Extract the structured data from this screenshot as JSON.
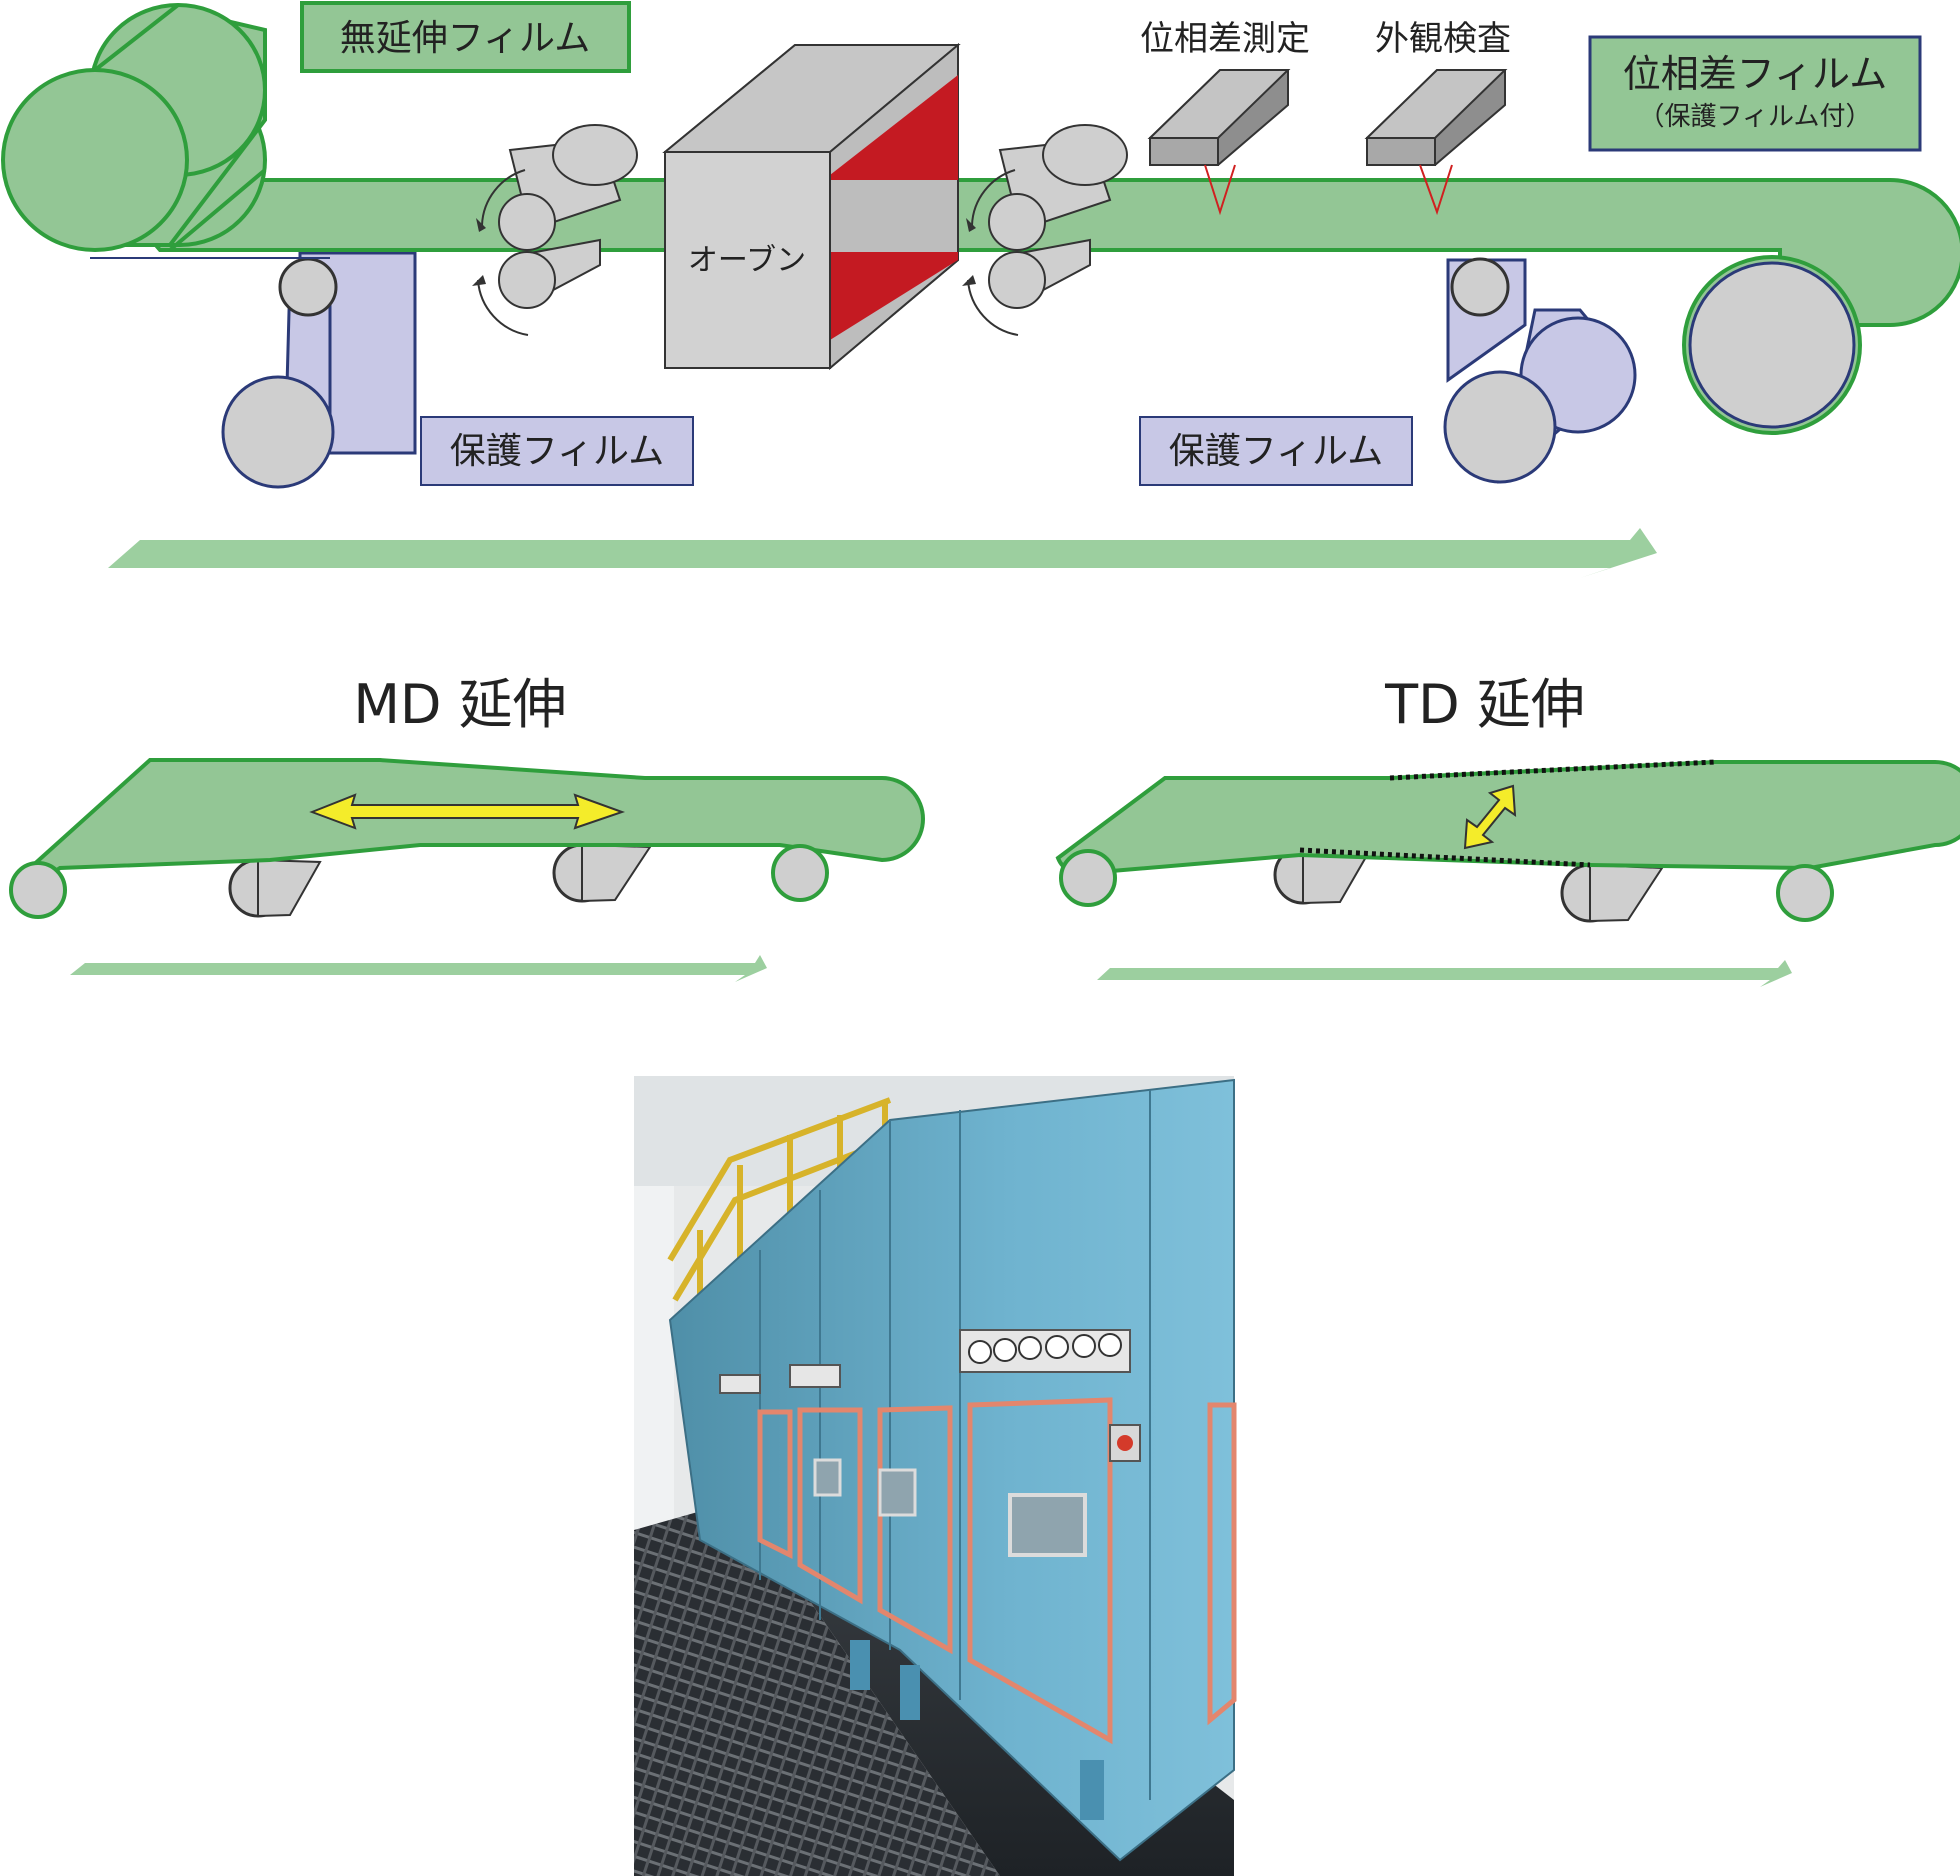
{
  "labels": {
    "unstretched_film": "無延伸フィルム",
    "phase_measure": "位相差測定",
    "appearance_check": "外観検査",
    "retardation_film": "位相差フィルム",
    "retardation_film_sub": "（保護フィルム付）",
    "oven": "オーブン",
    "protect_film_left": "保護フィルム",
    "protect_film_right": "保護フィルム",
    "md_title": "MD 延伸",
    "td_title": "TD 延伸"
  },
  "colors": {
    "film_fill": "#93c695",
    "film_stroke": "#2f9e3c",
    "protect_fill": "#c8c8e6",
    "protect_stroke": "#2b3a78",
    "roller_fill": "#cfcfcf",
    "roller_stroke": "#333333",
    "oven_gray": "#d2d2d2",
    "oven_red": "#c41a22",
    "flow_arrow": "#9ccf9f",
    "stretch_arrow": "#f4ec2a",
    "photo_machine": "#6fb3cf"
  }
}
